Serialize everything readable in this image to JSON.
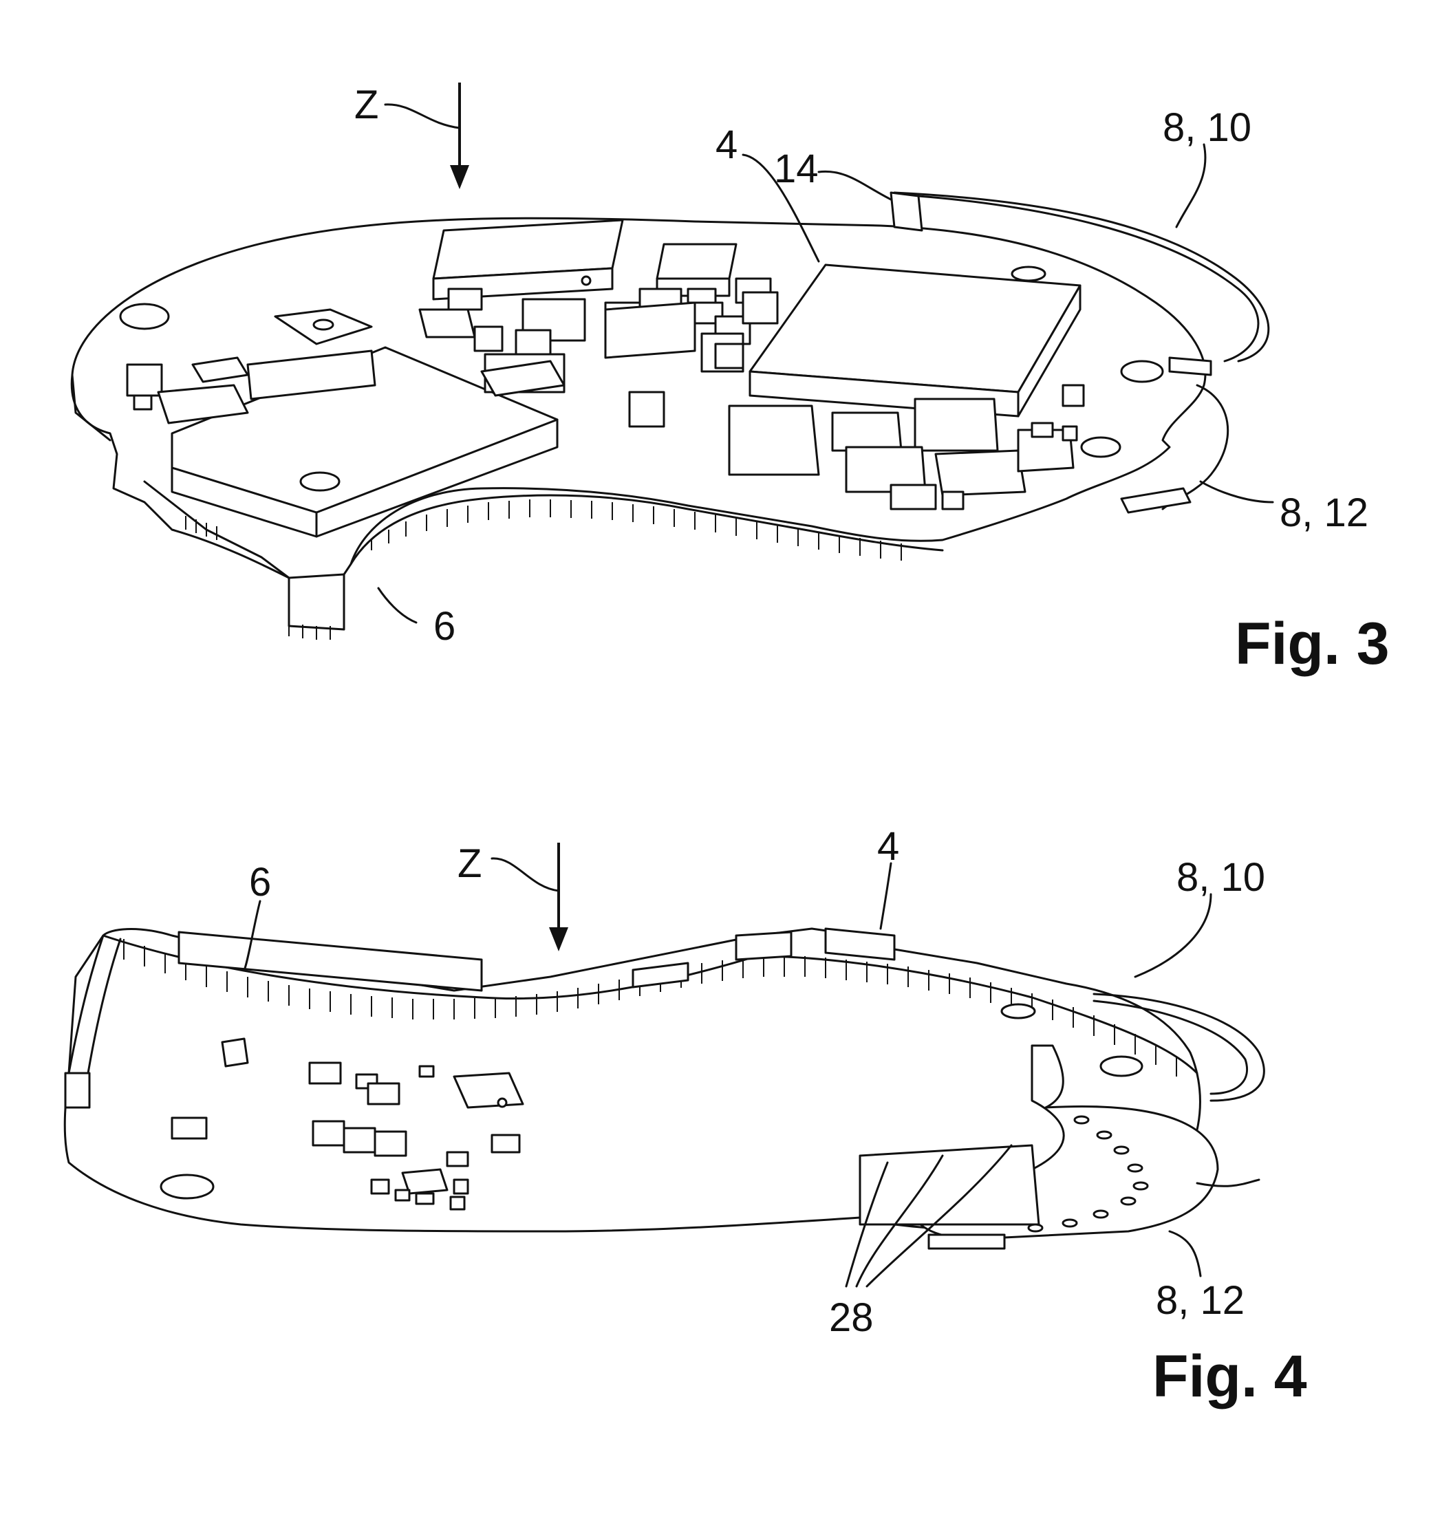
{
  "figures": [
    {
      "caption": "Fig. 3",
      "labels": {
        "z": "Z",
        "ref_4": "4",
        "ref_14": "14",
        "ref_8_10": "8, 10",
        "ref_8_12": "8, 12",
        "ref_6": "6"
      }
    },
    {
      "caption": "Fig. 4",
      "labels": {
        "z": "Z",
        "ref_6": "6",
        "ref_4": "4",
        "ref_8_10": "8, 10",
        "ref_8_12": "8, 12",
        "ref_28": "28"
      }
    }
  ]
}
